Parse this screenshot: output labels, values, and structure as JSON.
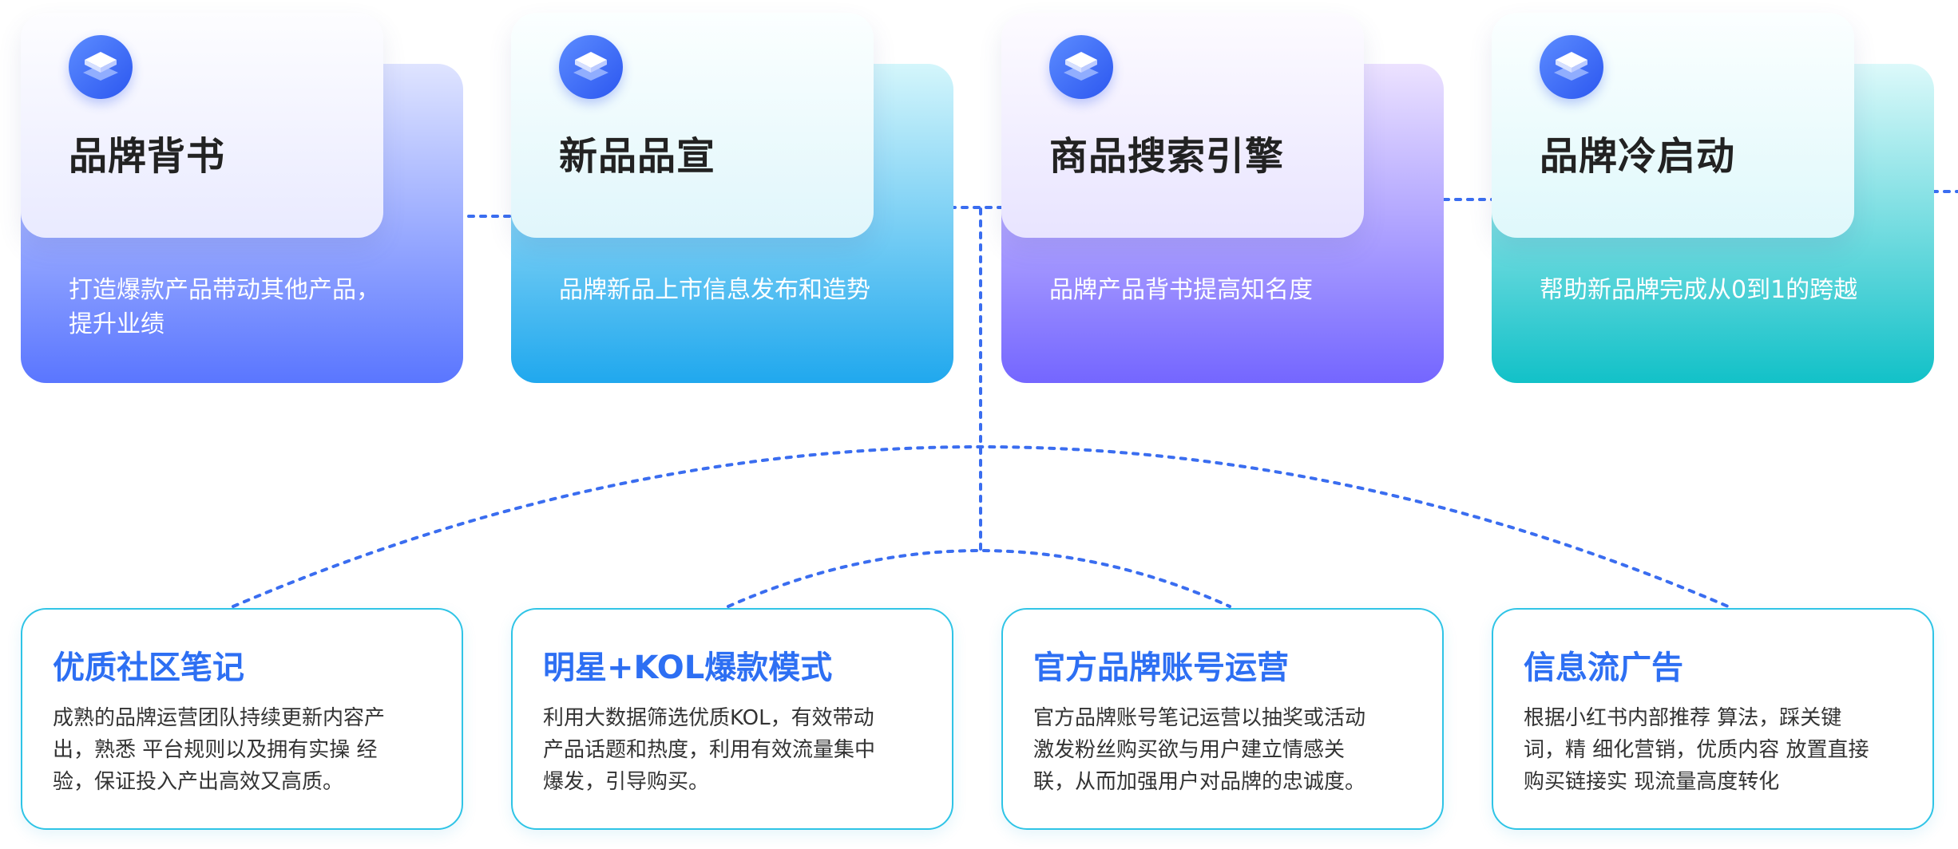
{
  "features": [
    {
      "id": "brand-endorsement",
      "title": "品牌背书",
      "desc_lines": [
        "打造爆款产品带动其他产品，",
        "提升业绩"
      ],
      "icon": "layers-icon"
    },
    {
      "id": "new-product-promo",
      "title": "新品品宣",
      "desc_lines": [
        "品牌新品上市信息发布和造势"
      ],
      "icon": "layers-icon"
    },
    {
      "id": "product-search-engine",
      "title": "商品搜索引擎",
      "desc_lines": [
        "品牌产品背书提高知名度"
      ],
      "icon": "layers-icon"
    },
    {
      "id": "brand-cold-start",
      "title": "品牌冷启动",
      "desc_lines": [
        "帮助新品牌完成从0到1的跨越"
      ],
      "icon": "layers-icon"
    }
  ],
  "methods": [
    {
      "id": "community-notes",
      "title": "优质社区笔记",
      "desc_lines": [
        "成熟的品牌运营团队持续更新内容产",
        "出，熟悉 平台规则以及拥有实操 经",
        "验，保证投入产出高效又高质。"
      ]
    },
    {
      "id": "celebrity-kol",
      "title": "明星+KOL爆款模式",
      "desc_lines": [
        "利用大数据筛选优质KOL，有效带动",
        "产品话题和热度，利用有效流量集中",
        "爆发，引导购买。"
      ]
    },
    {
      "id": "official-account",
      "title": "官方品牌账号运营",
      "desc_lines": [
        "官方品牌账号笔记运营以抽奖或活动",
        "激发粉丝购买欲与用户建立情感关",
        "联，从而加强用户对品牌的忠诚度。"
      ]
    },
    {
      "id": "feed-ads",
      "title": "信息流广告",
      "desc_lines": [
        "根据小红书内部推荐 算法，踩关键",
        "词，精 细化营销，优质内容 放置直接",
        "购买链接实 现流量高度转化"
      ]
    }
  ],
  "colors": {
    "connector": "#3a6df0",
    "card_border": "#2fc4e6",
    "method_title": "#2d6ff3"
  }
}
